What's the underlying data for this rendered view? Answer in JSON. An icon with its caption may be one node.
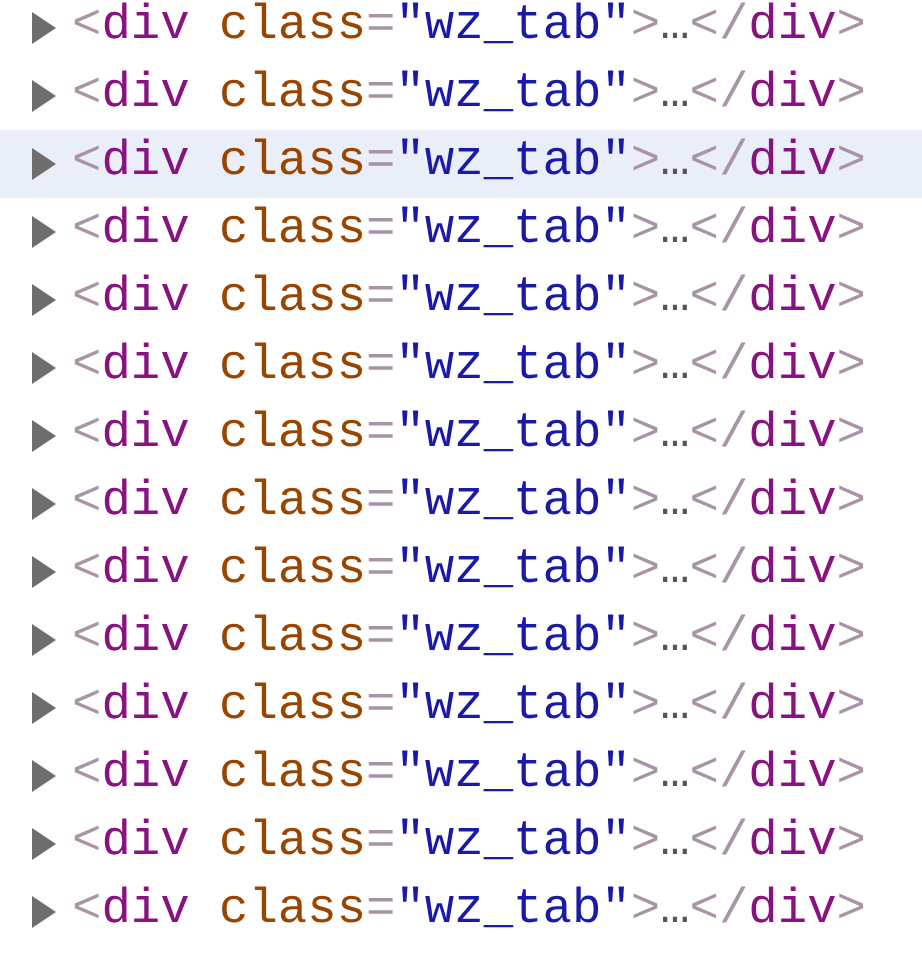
{
  "diagram": {
    "labels": [
      "<div class=\"wz_tab\">…</div>",
      "<div class=\"wz_tab\">…</div>",
      "<div class=\"wz_tab\">…</div>",
      "<div class=\"wz_tab\">…</div>",
      "<div class=\"wz_tab\">…</div>",
      "<div class=\"wz_tab\">…</div>",
      "<div class=\"wz_tab\">…</div>",
      "<div class=\"wz_tab\">…</div>",
      "<div class=\"wz_tab\">…</div>",
      "<div class=\"wz_tab\">…</div>",
      "<div class=\"wz_tab\">…</div>",
      "<div class=\"wz_tab\">…</div>",
      "<div class=\"wz_tab\">…</div>",
      "<div class=\"wz_tab\">…</div>"
    ]
  }
}
